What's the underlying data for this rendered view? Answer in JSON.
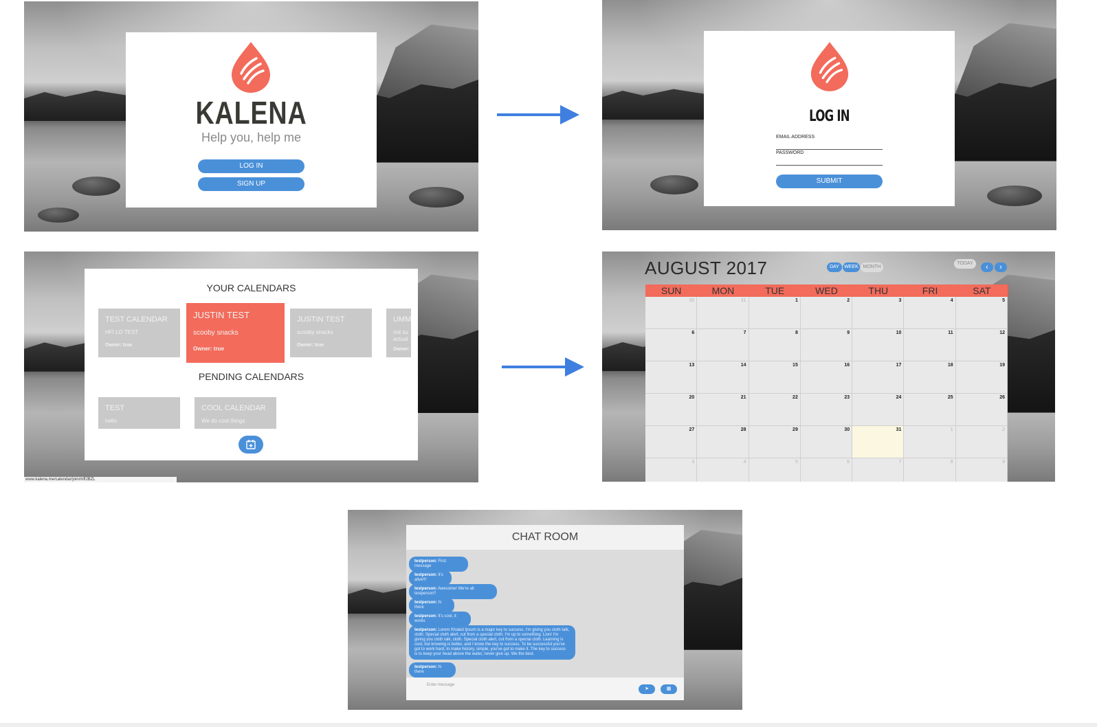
{
  "landing": {
    "brand": "KALENA",
    "tagline": "Help you, help me",
    "login_label": "LOG IN",
    "signup_label": "SIGN UP"
  },
  "login": {
    "title": "LOG IN",
    "email_label": "EMAIL ADDRESS",
    "password_label": "PASSWORD",
    "submit_label": "SUBMIT"
  },
  "calendars": {
    "your_title": "YOUR CALENDARS",
    "pending_title": "PENDING CALENDARS",
    "yours": [
      {
        "name": "TEST CALENDAR",
        "desc": "HFI LO TEST",
        "owner": "Owner: true"
      },
      {
        "name": "JUSTIN TEST",
        "desc": "scooby snacks",
        "owner": "Owner: true"
      },
      {
        "name": "JUSTIN TEST",
        "desc": "scooby snacks",
        "owner": "Owner: true"
      },
      {
        "name": "UMM",
        "desc": "not su",
        "desc2": "actual",
        "owner": "Owner:"
      }
    ],
    "pending": [
      {
        "name": "TEST",
        "desc": "hello"
      },
      {
        "name": "COOL CALENDAR",
        "desc": "We do cool things"
      }
    ],
    "status_url": "www.kalena.me/calendar/join/mffJBZL"
  },
  "month": {
    "title": "AUGUST 2017",
    "view_day": "DAY",
    "view_week": "WEEK",
    "view_month": "MONTH",
    "today_label": "TODAY",
    "prev_icon": "‹",
    "next_icon": "›",
    "days": [
      "SUN",
      "MON",
      "TUE",
      "WED",
      "THU",
      "FRI",
      "SAT"
    ],
    "weeks": [
      [
        "30",
        "31",
        "1",
        "2",
        "3",
        "4",
        "5"
      ],
      [
        "6",
        "7",
        "8",
        "9",
        "10",
        "11",
        "12"
      ],
      [
        "13",
        "14",
        "15",
        "16",
        "17",
        "18",
        "19"
      ],
      [
        "20",
        "21",
        "22",
        "23",
        "24",
        "25",
        "26"
      ],
      [
        "27",
        "28",
        "29",
        "30",
        "31",
        "1",
        "2"
      ],
      [
        "3",
        "4",
        "5",
        "6",
        "7",
        "8",
        "9"
      ]
    ]
  },
  "chat": {
    "title": "CHAT ROOM",
    "messages": [
      {
        "user": "testperson:",
        "text": "First message"
      },
      {
        "user": "testperson:",
        "text": "It's alive!!!"
      },
      {
        "user": "testperson:",
        "text": "Awesome! We're all testperson?"
      },
      {
        "user": "testperson:",
        "text": "hi there"
      },
      {
        "user": "testperson:",
        "text": "It's cool, it works"
      },
      {
        "user": "testperson:",
        "text": "Lorem Khaled Ipsum is a major key to success. I'm giving you cloth talk, cloth. Special cloth alert, cut from a special cloth. I'm up to something. Lion! I'm giving you cloth talk, cloth. Special cloth alert, cut from a special cloth. Learning is cool, but knowing is better, and I know the key to success. To be successful you've got to work hard, to make history, simple, you've got to make it. The key to success is to keep your head above the water, never give up. We the best."
      },
      {
        "user": "testperson:",
        "text": "hi there"
      }
    ],
    "input_placeholder": "Enter message",
    "send_icon": "➤",
    "calendar_icon": "▦"
  },
  "colors": {
    "accent_blue": "#4a90d9",
    "accent_coral": "#f26b5b",
    "arrow_blue": "#3f7fe0"
  }
}
